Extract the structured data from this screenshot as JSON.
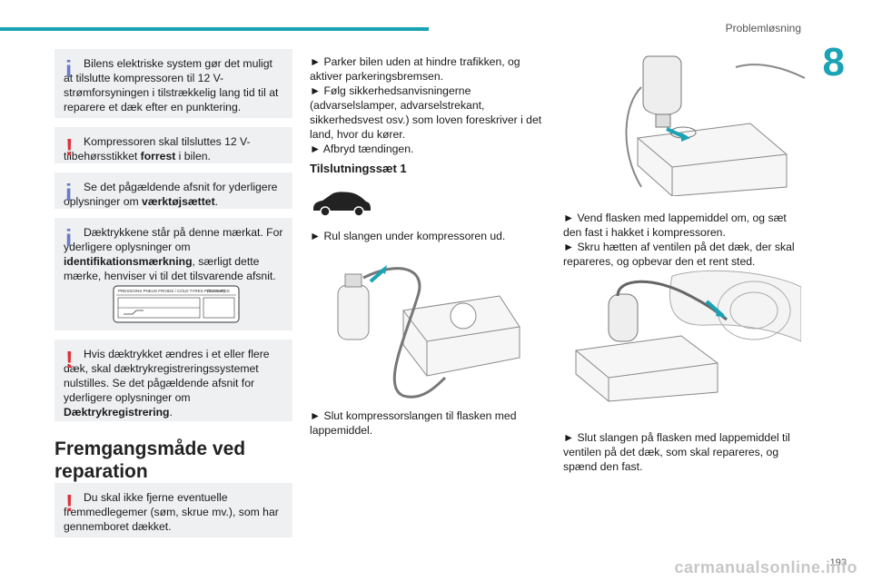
{
  "header": {
    "section": "Problemløsning",
    "chapter": "8"
  },
  "page_number": "193",
  "watermark": "carmanualsonline.info",
  "notes": [
    {
      "type": "info",
      "html_parts": [
        "Bilens elektriske system gør det muligt at tilslutte kompressoren til 12 V-strømforsyningen i tilstrækkelig lang tid til at reparere et dæk efter en punktering."
      ]
    },
    {
      "type": "warn",
      "pre": "Kompressoren skal tilsluttes 12 V-tilbehørsstikket ",
      "bold": "forrest",
      "post": " i bilen."
    },
    {
      "type": "info",
      "pre": "Se det pågældende afsnit for yderligere oplysninger om ",
      "bold": "værktøjsættet",
      "post": "."
    },
    {
      "type": "info",
      "pre": "Dæktrykkene står på denne mærkat. For yderligere oplysninger om ",
      "bold": "identifikationsmærkning",
      "post": ", særligt dette mærke, henviser vi til det tilsvarende afsnit."
    },
    {
      "type": "warn",
      "pre": "Hvis dæktrykket ændres i et eller flere dæk, skal dæktrykregistreringssystemet nulstilles. Se det pågældende afsnit for yderligere oplysninger om ",
      "bold": "Dæktrykregistrering",
      "post": "."
    },
    {
      "type": "warn",
      "pre": "Du skal ikke fjerne eventuelle fremmedlegemer (søm, skrue mv.), som har gennemboret dækket.",
      "bold": "",
      "post": ""
    }
  ],
  "tire_label": {
    "title": "PRESSIONS PNEUS FROIDS / COLD TYRES PRESSURES",
    "code": "(0.0 BAR)"
  },
  "heading": "Fremgangsmåde ved reparation",
  "middle": {
    "steps_top": [
      "► Parker bilen uden at hindre trafikken, og aktiver parkeringsbremsen.",
      "► Følg sikkerhedsanvisningerne (advarselslamper, advarselstrekant, sikkerhedsvest osv.) som loven foreskriver i det land, hvor du kører.",
      "► Afbryd tændingen."
    ],
    "subhead": "Tilslutningssæt 1",
    "step_hose": "► Rul slangen under kompressoren ud.",
    "step_connect": "► Slut kompressorslangen til flasken med lappemiddel."
  },
  "right": {
    "step_bottle": "► Vend flasken med lappemiddel om, og sæt den fast i hakket i kompressoren.",
    "step_valve": "► Skru hætten af ventilen på det dæk, der skal repareres, og opbevar den et rent sted.",
    "step_tire": "► Slut slangen på flasken med lappemiddel til ventilen på det dæk, som skal repareres, og spænd den fast."
  }
}
